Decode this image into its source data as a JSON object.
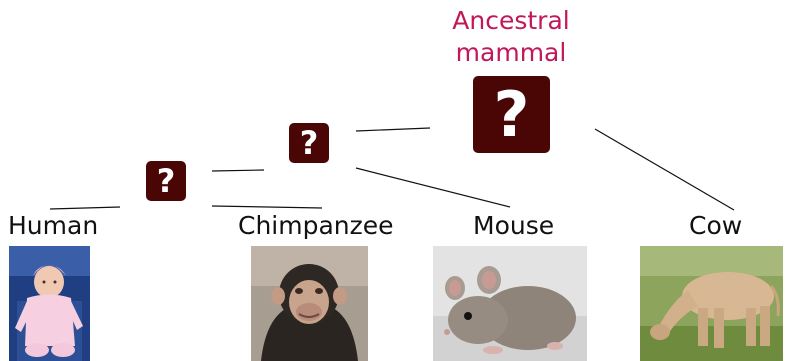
{
  "root": {
    "label_line1": "Ancestral",
    "label_line2": "mammal",
    "glyph": "?"
  },
  "internal_nodes": [
    {
      "id": "human-chimp-ancestor",
      "glyph": "?"
    },
    {
      "id": "primate-mouse-ancestor",
      "glyph": "?"
    }
  ],
  "leaves": [
    {
      "id": "human",
      "label": "Human",
      "photo": "baby-photo"
    },
    {
      "id": "chimpanzee",
      "label": "Chimpanzee",
      "photo": "chimpanzee-photo"
    },
    {
      "id": "mouse",
      "label": "Mouse",
      "photo": "mouse-photo"
    },
    {
      "id": "cow",
      "label": "Cow",
      "photo": "cow-photo"
    }
  ],
  "colors": {
    "root_label": "#c0185a",
    "unknown_box": "#4a0505",
    "edge": "#111111"
  }
}
